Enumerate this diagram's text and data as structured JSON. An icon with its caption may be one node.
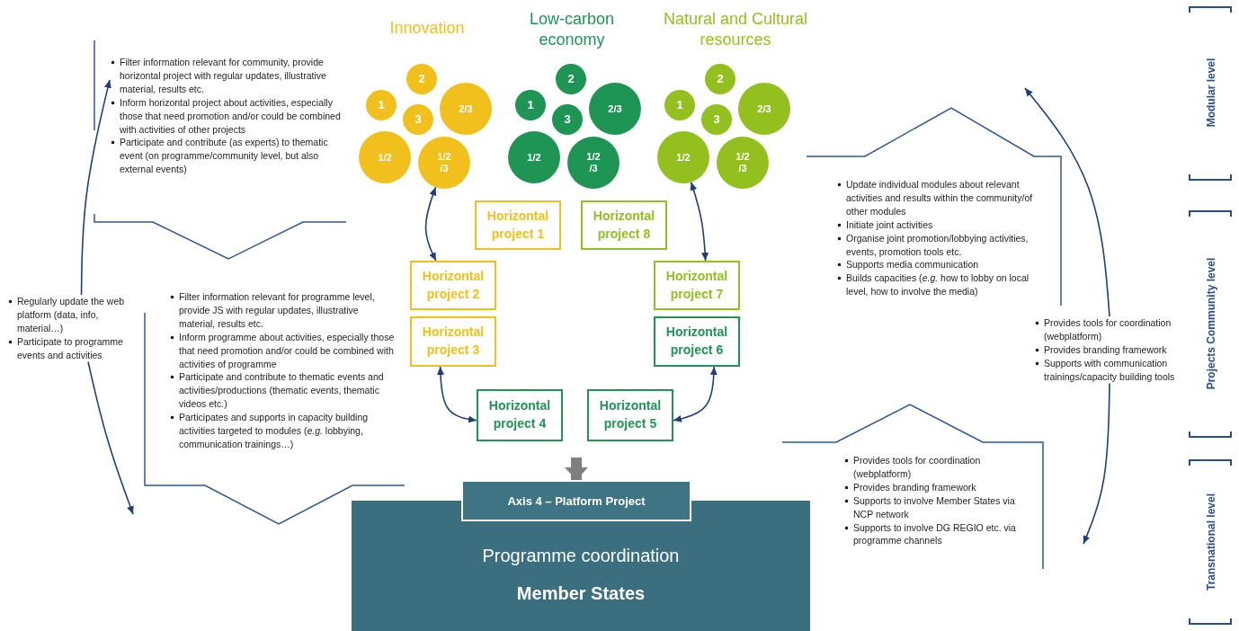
{
  "diagram": {
    "nodes": [
      {
        "text": [
          "Filter information relevant for community, provide horizontal project with regular updates, illustrative material, results etc.",
          "Inform horizontal project about activities, especially those that need promotion and/or could be combined with activities of other projects",
          "Participate and contribute (as experts) to thematic event (on programme/community level, but also external events)"
        ]
      },
      {
        "text": [
          "2"
        ]
      },
      {
        "text": [
          "1"
        ]
      },
      {
        "text": [
          "3"
        ]
      },
      {
        "text": [
          "2/3"
        ]
      },
      {
        "text": [
          "1/2"
        ]
      },
      {
        "text": [
          "1/2 /3"
        ]
      },
      {
        "text": [
          "2"
        ]
      },
      {
        "text": [
          "1"
        ]
      },
      {
        "text": [
          "3"
        ]
      },
      {
        "text": [
          "2/3"
        ]
      },
      {
        "text": [
          "1/2"
        ]
      },
      {
        "text": [
          "1/2 /3"
        ]
      },
      {
        "text": [
          "2"
        ]
      },
      {
        "text": [
          "1"
        ]
      },
      {
        "text": [
          "3"
        ]
      },
      {
        "text": [
          "2/3"
        ]
      },
      {
        "text": [
          "1/2"
        ]
      },
      {
        "text": [
          "1/2 /3"
        ]
      },
      {
        "text": [
          "Horizontal project 1"
        ]
      },
      {
        "text": [
          "Horizontal project 8"
        ]
      },
      {
        "text": [
          "Horizontal project 2"
        ]
      },
      {
        "text": [
          "Horizontal project 7"
        ]
      },
      {
        "text": [
          "Horizontal project 3"
        ]
      },
      {
        "text": [
          "Horizontal project 6"
        ]
      },
      {
        "text": [
          "Horizontal project 4"
        ]
      },
      {
        "text": [
          "Horizontal project 5"
        ]
      },
      {
        "text": [
          "Update individual modules about relevant activities and results within the community/of other modules",
          "Initiate joint activities",
          "Organise joint promotion/lobbying activities, events, promotion tools etc.",
          "Supports media communication",
          "Builds capacities (*e.g.* how to lobby on local level, how to involve the media)"
        ]
      },
      {
        "text": [
          "Regularly update the web platform (data, info, material…)",
          "Participate to programme events and activities"
        ]
      },
      {
        "text": [
          "Filter information relevant for programme level, provide JS with regular updates, illustrative material, results etc.",
          "Inform programme about activities, especially those that need promotion and/or could be combined with activities of programme",
          "Participate and contribute to thematic events and activities/productions (thematic events, thematic videos etc.)",
          "Participates and supports in capacity building activities targeted to modules (*e.g.* lobbying, communication trainings…)"
        ]
      },
      {
        "text": [
          "Provides tools for coordination (webplatform)",
          "Provides branding framework",
          "Supports with communication trainings/capacity building tools"
        ]
      },
      {
        "text": [
          "Provides tools for coordination (webplatform)",
          "Provides branding framework",
          "Supports to involve Member States via NCP network",
          "Supports to involve DG REGIO etc. via programme channels"
        ]
      },
      {
        "text": [
          "Axis 4 – Platform Project"
        ]
      },
      {
        "text": [
          "Programme coordination",
          "Member States"
        ]
      }
    ],
    "edges": [
      {
        "from": 21,
        "to": 6,
        "arrow": "both"
      },
      {
        "from": 17,
        "to": 22,
        "arrow": "both"
      },
      {
        "from": 23,
        "to": 25,
        "arrow": "both"
      },
      {
        "from": 26,
        "to": 24,
        "arrow": "both"
      },
      {
        "from": null,
        "to": 32,
        "arrow": "to",
        "style": "thick",
        "color": "#7f7f7f"
      },
      {
        "from": 28,
        "to": 0,
        "arrow": "to"
      },
      {
        "from": 28,
        "to": null,
        "arrow": "to"
      },
      {
        "from": 30,
        "to": null,
        "arrow": "to"
      },
      {
        "from": 30,
        "to": null,
        "arrow": "to"
      }
    ],
    "labels": [
      "Innovation",
      "Low-carbon economy",
      "Natural and Cultural resources",
      "Modular level",
      "Projects Community level",
      "Transnational level"
    ]
  }
}
